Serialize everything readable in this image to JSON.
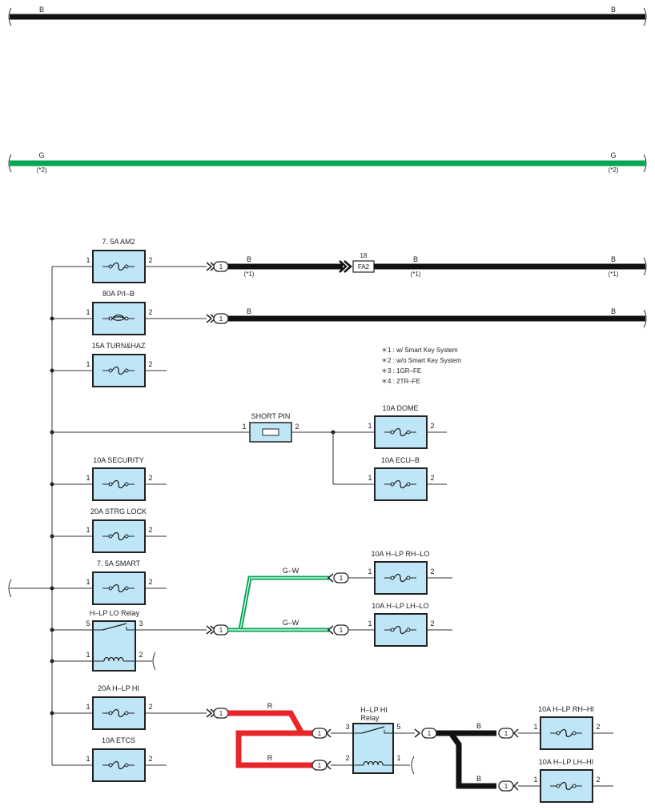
{
  "wires": {
    "top_b_left": "B",
    "top_b_right": "B",
    "top_g_left": "G",
    "top_g_right": "G",
    "top_g_note_left": "(*2)",
    "top_g_note_right": "(*2)",
    "am2_b1": "B",
    "am2_b2": "B",
    "am2_b3": "B",
    "am2_note1": "(*1)",
    "am2_note2": "(*1)",
    "am2_note3": "(*1)",
    "pib_b1": "B",
    "pib_b2": "B",
    "gw_upper": "G–W",
    "gw_lower": "G–W",
    "r_upper": "R",
    "r_lower": "R",
    "hi_b_upper": "B",
    "hi_b_lower": "B"
  },
  "connector": {
    "fa2_num": "18",
    "fa2_label": "FA2",
    "pin1": "1"
  },
  "legend": [
    "＊1 : w/ Smart Key System",
    "＊2 : w/o Smart Key System",
    "＊3 : 1GR–FE",
    "＊4 : 2TR–FE"
  ],
  "fuses": {
    "am2": "7. 5A AM2",
    "pib": "80A P/I–B",
    "turn": "15A TURN&HAZ",
    "short_pin": "SHORT PIN",
    "dome": "10A DOME",
    "ecub": "10A ECU–B",
    "security": "10A SECURITY",
    "strg": "20A STRG LOCK",
    "smart": "7. 5A SMART",
    "hlp_rh_lo": "10A H–LP RH–LO",
    "hlp_lh_lo": "10A H–LP LH–LO",
    "hlp_hi": "20A H–LP HI",
    "etcs": "10A ETCS",
    "hlp_rh_hi": "10A H–LP RH–HI",
    "hlp_lh_hi": "10A H–LP LH–HI"
  },
  "relays": {
    "lo": "H–LP LO Relay",
    "hi_line1": "H–LP HI",
    "hi_line2": "Relay"
  },
  "pins": {
    "p1": "1",
    "p2": "2",
    "p3": "3",
    "p5": "5"
  }
}
